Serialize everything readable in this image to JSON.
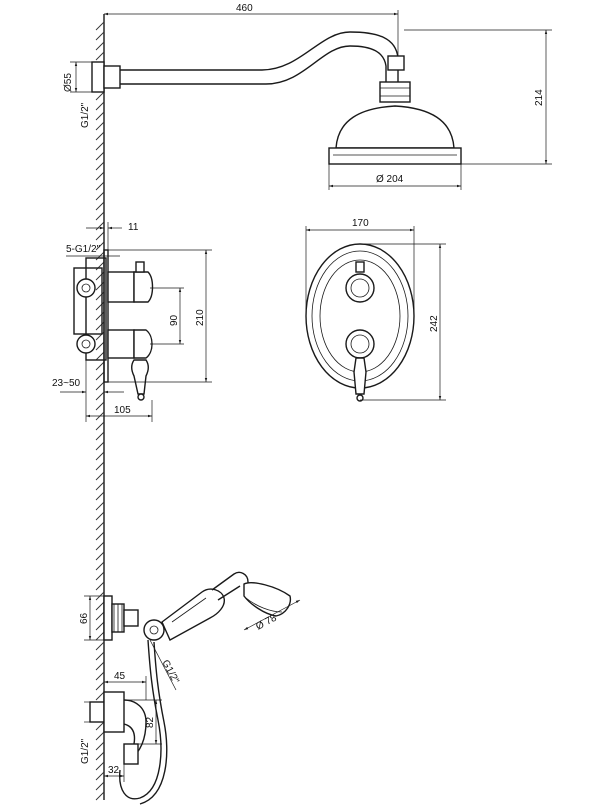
{
  "dimensions": {
    "arm_length": "460",
    "arm_height": "214",
    "wall_flange_dia": "Ø55",
    "arm_thread": "G1/2\"",
    "head_dia": "Ø 204",
    "mixer_offset": "11",
    "mixer_outlets": "5-G1/2\"",
    "valve_spacing": "90",
    "box_height": "210",
    "wall_depth": "23~50",
    "mixer_depth": "105",
    "plate_width": "170",
    "plate_height": "242",
    "holder_height": "66",
    "hand_shower_dia": "Ø 78",
    "hose_thread": "G1/2\"",
    "elbow_projection": "45",
    "elbow_height": "82",
    "elbow_thread": "G1/2\"",
    "elbow_depth": "32"
  }
}
